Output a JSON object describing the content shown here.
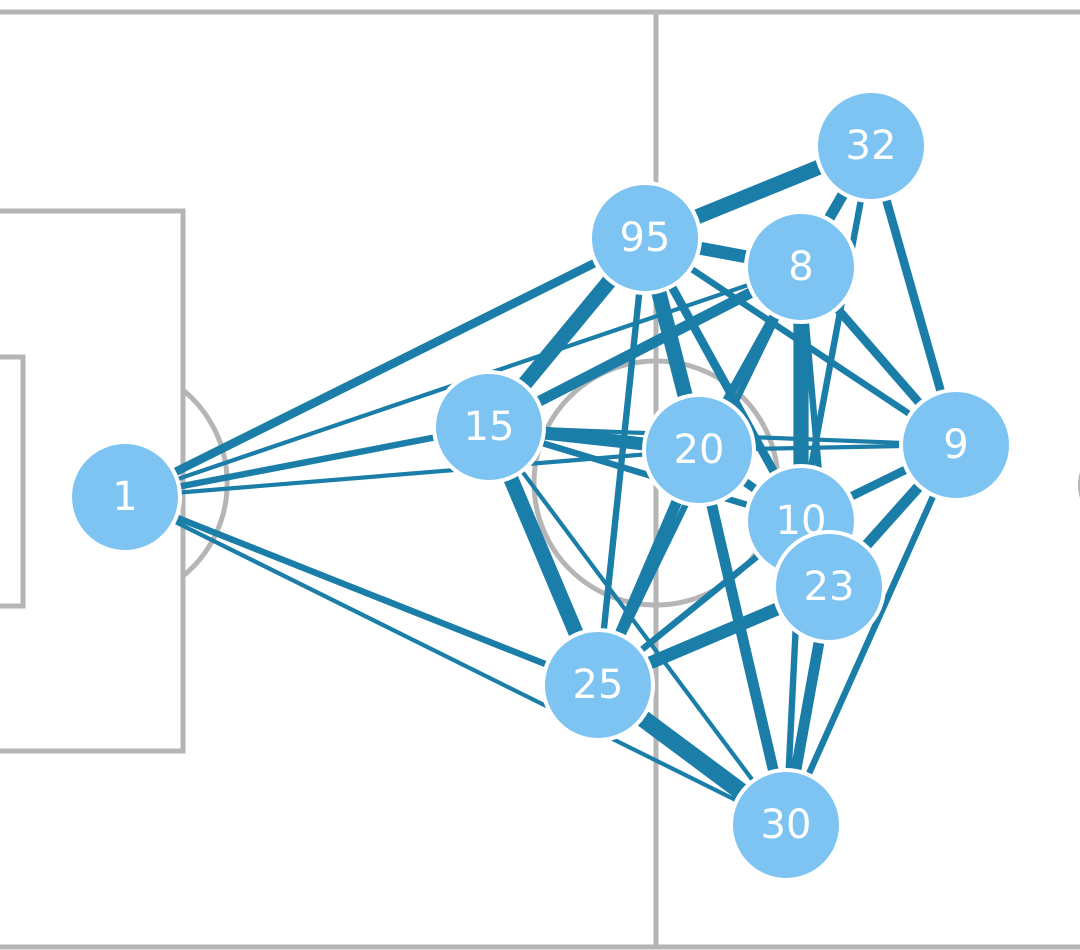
{
  "colors": {
    "background": "#ffffff",
    "pitch_lines": "#b5b5b5",
    "pass_edges": "#1a7ea8",
    "player_node": "#7dc4f2",
    "node_border": "#ffffff",
    "label_text": "#ffffff"
  },
  "players": [
    {
      "id": "1",
      "label": "1"
    },
    {
      "id": "15",
      "label": "15"
    },
    {
      "id": "95",
      "label": "95"
    },
    {
      "id": "32",
      "label": "32"
    },
    {
      "id": "8",
      "label": "8"
    },
    {
      "id": "20",
      "label": "20"
    },
    {
      "id": "9",
      "label": "9"
    },
    {
      "id": "10",
      "label": "10"
    },
    {
      "id": "23",
      "label": "23"
    },
    {
      "id": "25",
      "label": "25"
    },
    {
      "id": "30",
      "label": "30"
    }
  ],
  "passes": [
    {
      "from": "1",
      "to": "95",
      "weight": 3
    },
    {
      "from": "1",
      "to": "15",
      "weight": 2
    },
    {
      "from": "1",
      "to": "20",
      "weight": 1
    },
    {
      "from": "1",
      "to": "25",
      "weight": 2
    },
    {
      "from": "1",
      "to": "30",
      "weight": 1
    },
    {
      "from": "1",
      "to": "8",
      "weight": 1
    },
    {
      "from": "15",
      "to": "95",
      "weight": 6
    },
    {
      "from": "15",
      "to": "8",
      "weight": 4
    },
    {
      "from": "15",
      "to": "20",
      "weight": 5
    },
    {
      "from": "15",
      "to": "25",
      "weight": 6
    },
    {
      "from": "15",
      "to": "10",
      "weight": 2
    },
    {
      "from": "15",
      "to": "30",
      "weight": 1
    },
    {
      "from": "15",
      "to": "9",
      "weight": 1
    },
    {
      "from": "95",
      "to": "32",
      "weight": 6
    },
    {
      "from": "95",
      "to": "8",
      "weight": 5
    },
    {
      "from": "95",
      "to": "20",
      "weight": 6
    },
    {
      "from": "95",
      "to": "25",
      "weight": 2
    },
    {
      "from": "95",
      "to": "10",
      "weight": 3
    },
    {
      "from": "95",
      "to": "9",
      "weight": 2
    },
    {
      "from": "32",
      "to": "8",
      "weight": 4
    },
    {
      "from": "32",
      "to": "9",
      "weight": 3
    },
    {
      "from": "32",
      "to": "10",
      "weight": 2
    },
    {
      "from": "8",
      "to": "20",
      "weight": 3
    },
    {
      "from": "8",
      "to": "10",
      "weight": 6
    },
    {
      "from": "8",
      "to": "9",
      "weight": 3
    },
    {
      "from": "8",
      "to": "23",
      "weight": 2
    },
    {
      "from": "8",
      "to": "25",
      "weight": 2
    },
    {
      "from": "20",
      "to": "25",
      "weight": 4
    },
    {
      "from": "20",
      "to": "30",
      "weight": 4
    },
    {
      "from": "20",
      "to": "9",
      "weight": 1
    },
    {
      "from": "20",
      "to": "10",
      "weight": 3
    },
    {
      "from": "25",
      "to": "23",
      "weight": 5
    },
    {
      "from": "25",
      "to": "30",
      "weight": 7
    },
    {
      "from": "25",
      "to": "10",
      "weight": 2
    },
    {
      "from": "10",
      "to": "9",
      "weight": 3
    },
    {
      "from": "10",
      "to": "30",
      "weight": 2
    },
    {
      "from": "23",
      "to": "9",
      "weight": 4
    },
    {
      "from": "23",
      "to": "30",
      "weight": 4
    },
    {
      "from": "9",
      "to": "30",
      "weight": 2
    }
  ]
}
